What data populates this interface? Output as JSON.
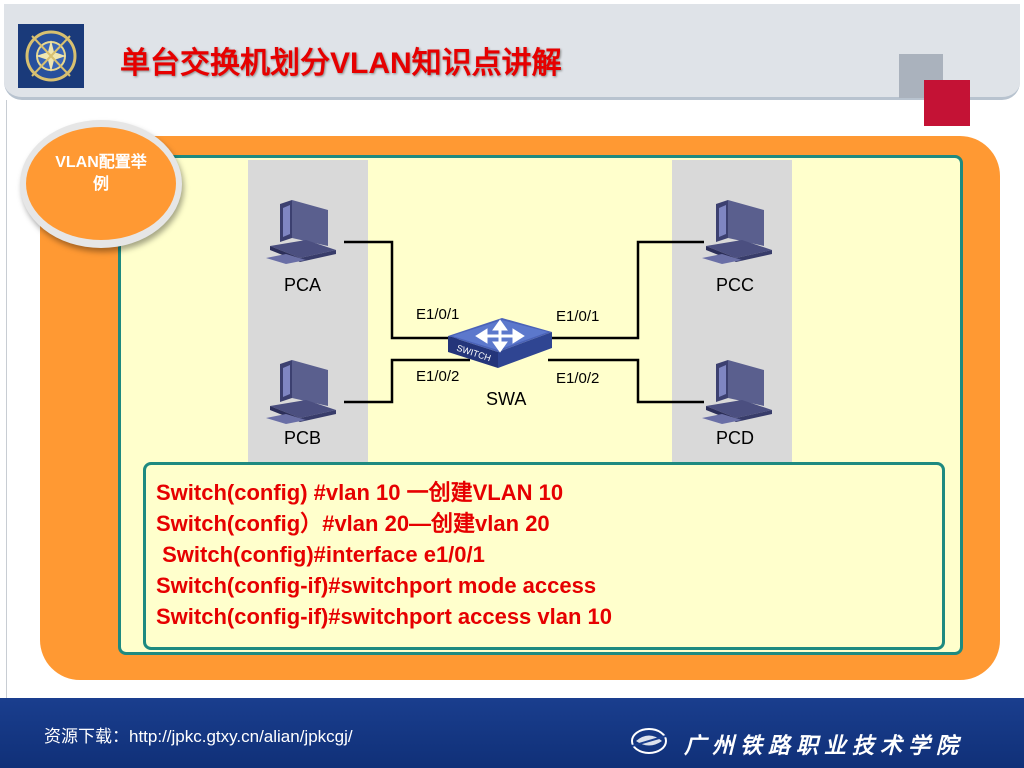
{
  "slide": {
    "title": "单台交换机划分VLAN知识点讲解",
    "badge": "VLAN配置举例"
  },
  "diagram": {
    "nodes": {
      "pca": "PCA",
      "pcb": "PCB",
      "pcc": "PCC",
      "pcd": "PCD",
      "switch": "SWA",
      "switch_icon_text": "SWITCH"
    },
    "ports": {
      "left_top": "E1/0/1",
      "left_bottom": "E1/0/2",
      "right_top": "E1/0/1",
      "right_bottom": "E1/0/2"
    }
  },
  "commands": [
    "Switch(config) #vlan 10 一创建VLAN 10",
    "Switch(config）#vlan 20—创建vlan 20",
    " Switch(config)#interface e1/0/1",
    "Switch(config-if)#switchport mode access",
    "Switch(config-if)#switchport access vlan 10"
  ],
  "footer": {
    "resource_text": "资源下载：http://jpkc.gtxy.cn/alian/jpkcgj/",
    "school_name": "广州铁路职业技术学院"
  },
  "colors": {
    "title_red": "#e60000",
    "orange": "#ff9933",
    "pale_yellow": "#ffffcc",
    "teal_border": "#1e8a80",
    "footer_blue": "#1a3e8e",
    "accent_red": "#c41235"
  }
}
